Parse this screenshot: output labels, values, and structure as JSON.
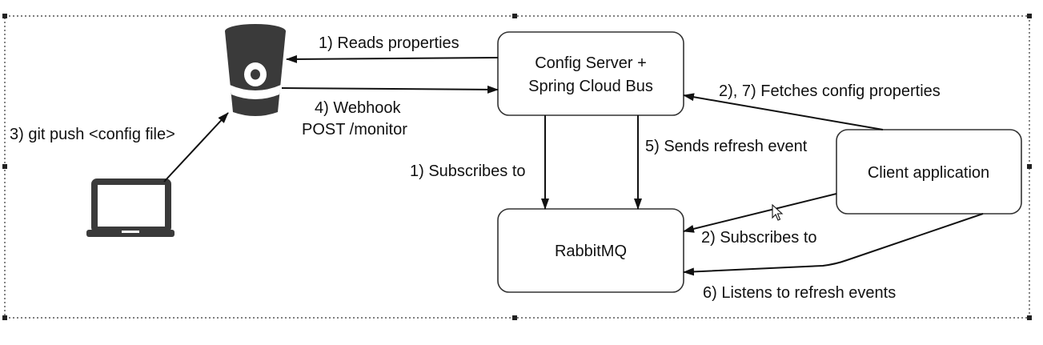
{
  "nodes": {
    "config_server": {
      "line1": "Config Server +",
      "line2": "Spring Cloud Bus"
    },
    "rabbitmq": {
      "label": "RabbitMQ"
    },
    "client": {
      "label": "Client application"
    }
  },
  "edges": {
    "reads_properties": "1) Reads properties",
    "webhook_line1": "4) Webhook",
    "webhook_line2": "POST /monitor",
    "git_push": "3) git push <config file>",
    "fetches_config": "2), 7) Fetches config properties",
    "sends_refresh": "5) Sends refresh event",
    "server_subscribes": "1) Subscribes to",
    "client_subscribes": "2) Subscribes to",
    "listens_refresh": "6) Listens to refresh events"
  },
  "icons": {
    "repository": "bitbucket-bucket-icon",
    "laptop": "laptop-icon",
    "cursor": "mouse-pointer-icon"
  },
  "colors": {
    "stroke": "#333333",
    "icon": "#3a3a3a",
    "text": "#111111"
  }
}
